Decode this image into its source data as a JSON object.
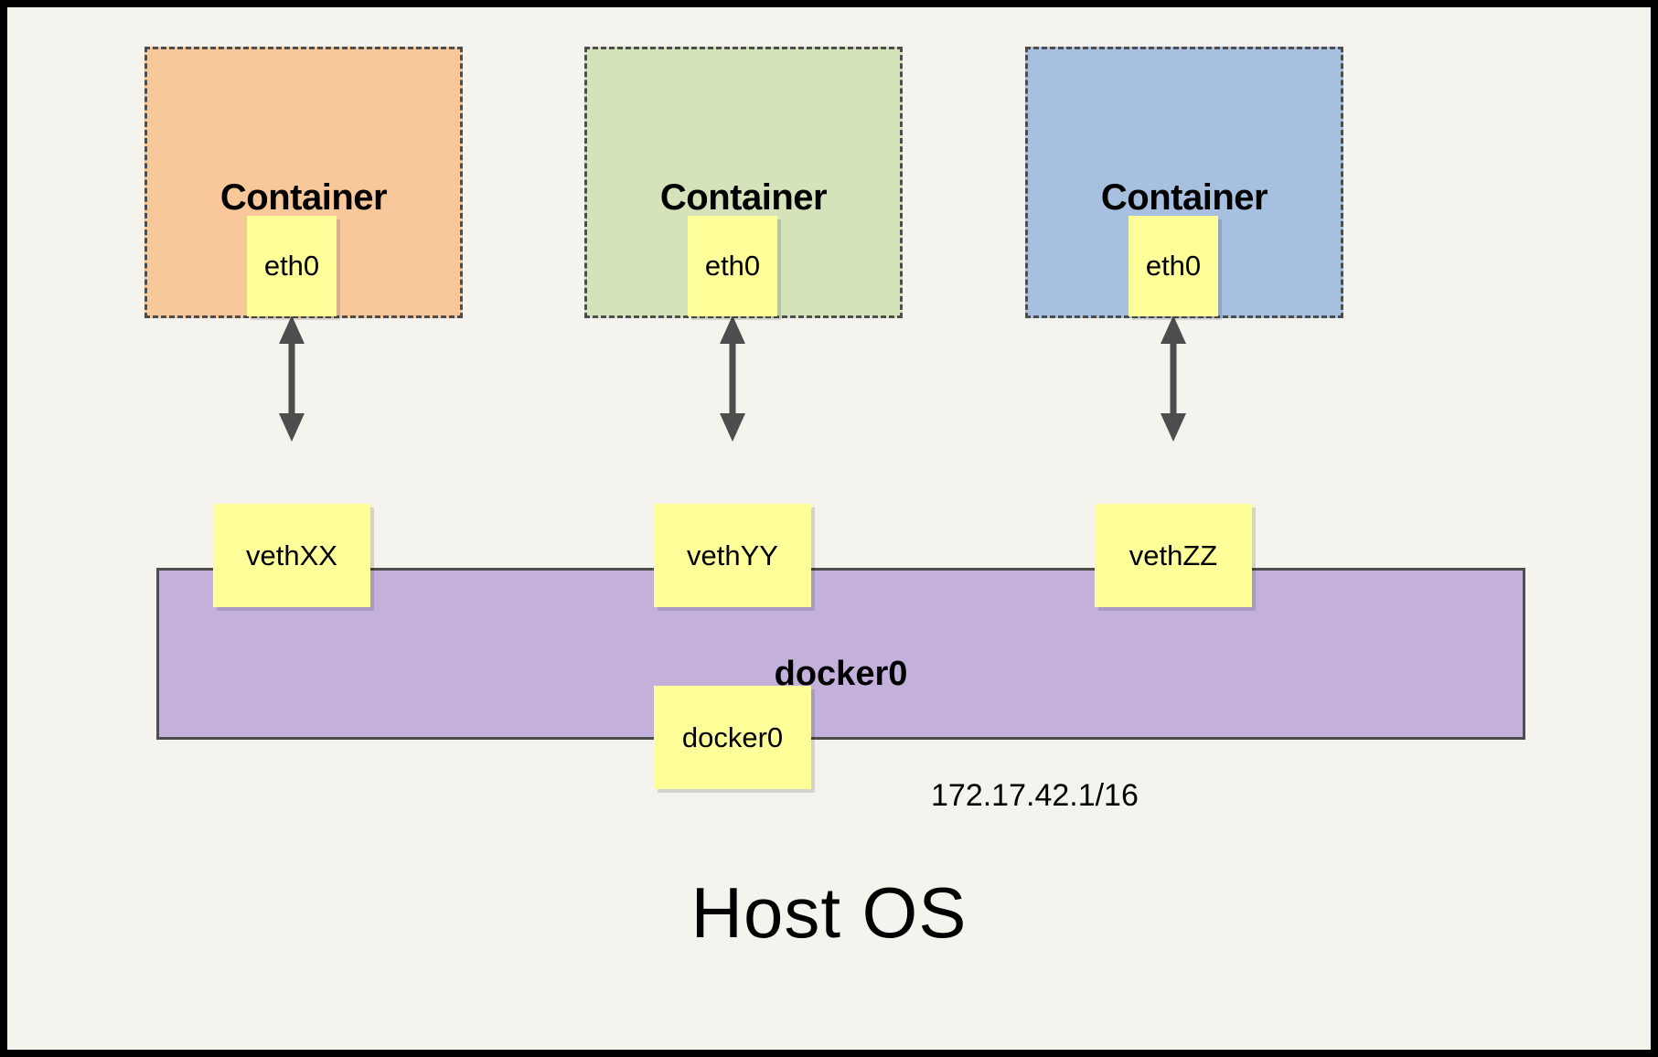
{
  "diagram": {
    "title_text": "Host OS",
    "colors": {
      "page_background": "#f4f3ee",
      "frame": "#000000",
      "container_border": "#4d4d4d",
      "container_1_fill": "#f8c89a",
      "container_2_fill": "#d4e3b9",
      "container_3_fill": "#a8c0e0",
      "bridge_fill": "#c3b1dc",
      "note_fill": "#ffff99",
      "arrow": "#4d4d4d",
      "text": "#000000"
    },
    "containers": [
      {
        "label": "Container",
        "interface_label": "eth0",
        "fill": "#f8c89a"
      },
      {
        "label": "Container",
        "interface_label": "eth0",
        "fill": "#d4e3b9"
      },
      {
        "label": "Container",
        "interface_label": "eth0",
        "fill": "#a8c0e0"
      }
    ],
    "veths": [
      {
        "label": "vethXX"
      },
      {
        "label": "vethYY"
      },
      {
        "label": "vethZZ"
      }
    ],
    "bridge": {
      "label": "docker0",
      "interface_label": "docker0",
      "ip_address": "172.17.42.1/16"
    }
  }
}
